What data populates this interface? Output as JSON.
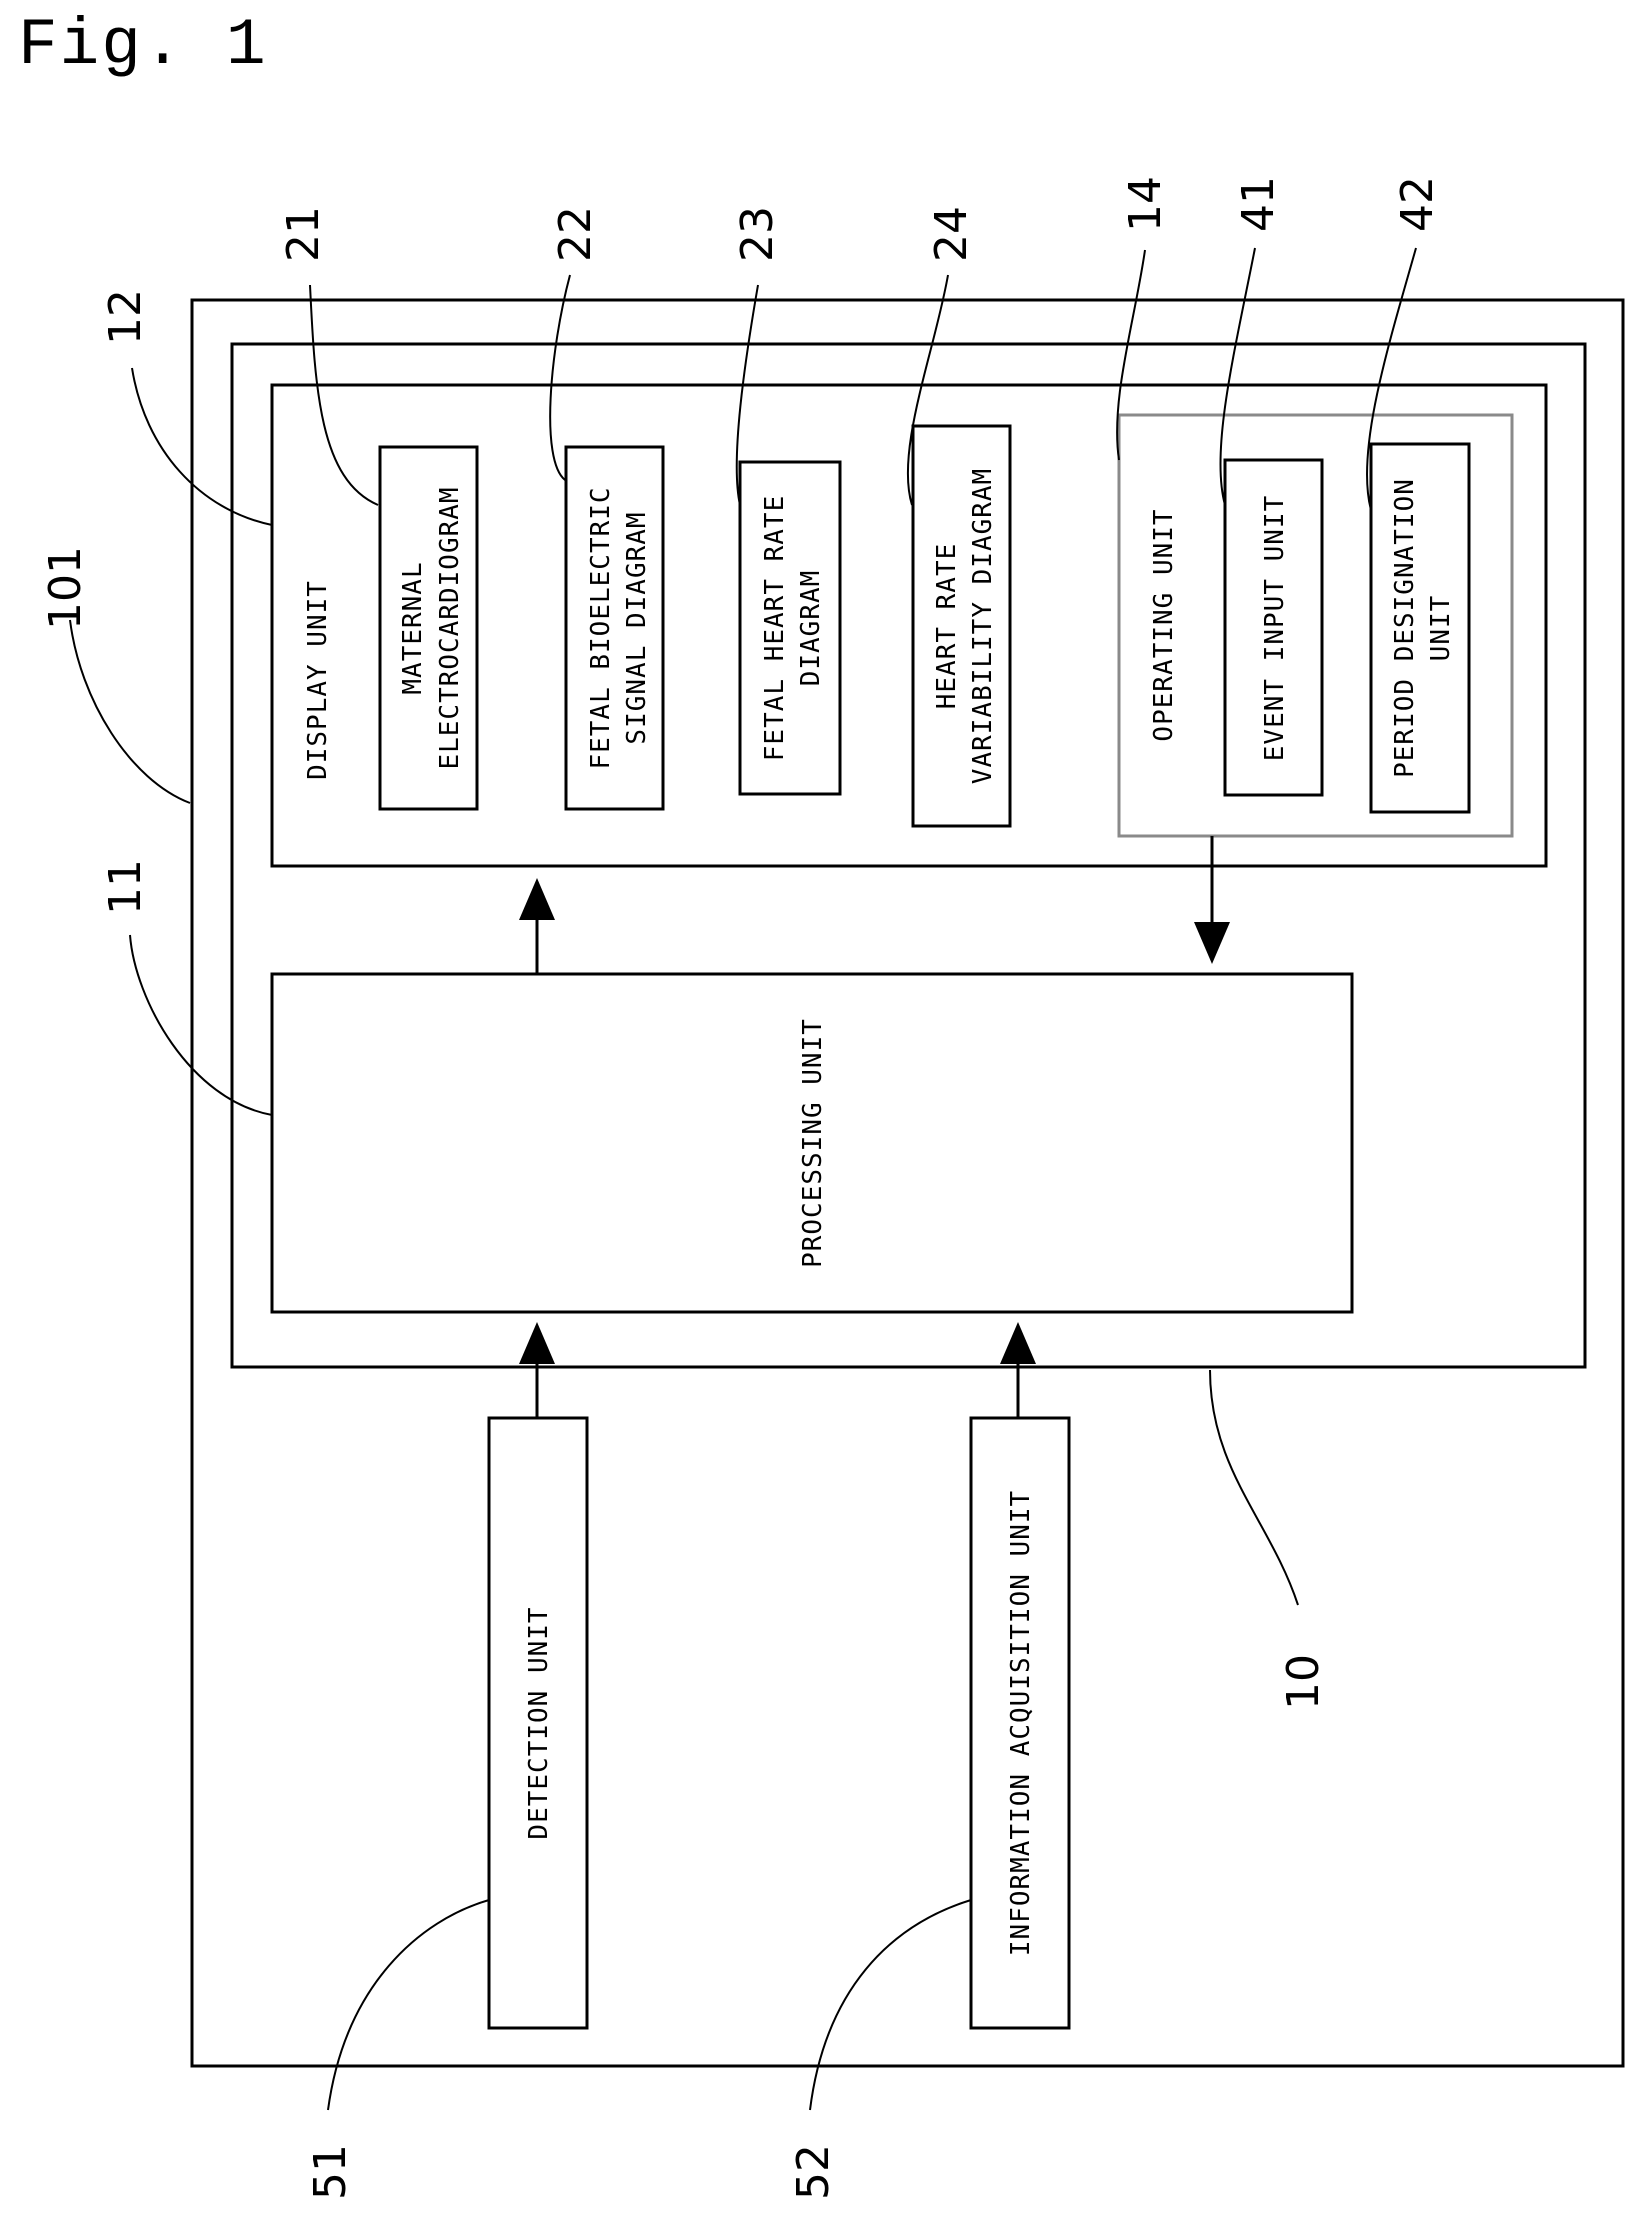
{
  "figure": {
    "title": "Fig. 1"
  },
  "refs": {
    "r101": "101",
    "r12": "12",
    "r21": "21",
    "r22": "22",
    "r23": "23",
    "r24": "24",
    "r14": "14",
    "r41": "41",
    "r42": "42",
    "r11": "11",
    "r10": "10",
    "r51": "51",
    "r52": "52"
  },
  "blocks": {
    "display_unit": "DISPLAY UNIT",
    "maternal_line1": "MATERNAL",
    "maternal_line2": "ELECTROCARDIOGRAM",
    "fetal_bio_line1": "FETAL BIOELECTRIC",
    "fetal_bio_line2": "SIGNAL DIAGRAM",
    "fetal_hr_line1": "FETAL HEART RATE",
    "fetal_hr_line2": "DIAGRAM",
    "hrv_line1": "HEART RATE",
    "hrv_line2": "VARIABILITY DIAGRAM",
    "operating_unit": "OPERATING UNIT",
    "event_input": "EVENT INPUT UNIT",
    "period_line1": "PERIOD DESIGNATION",
    "period_line2": "UNIT",
    "processing_unit": "PROCESSING UNIT",
    "detection_unit": "DETECTION UNIT",
    "info_acq_unit": "INFORMATION ACQUISITION UNIT"
  }
}
